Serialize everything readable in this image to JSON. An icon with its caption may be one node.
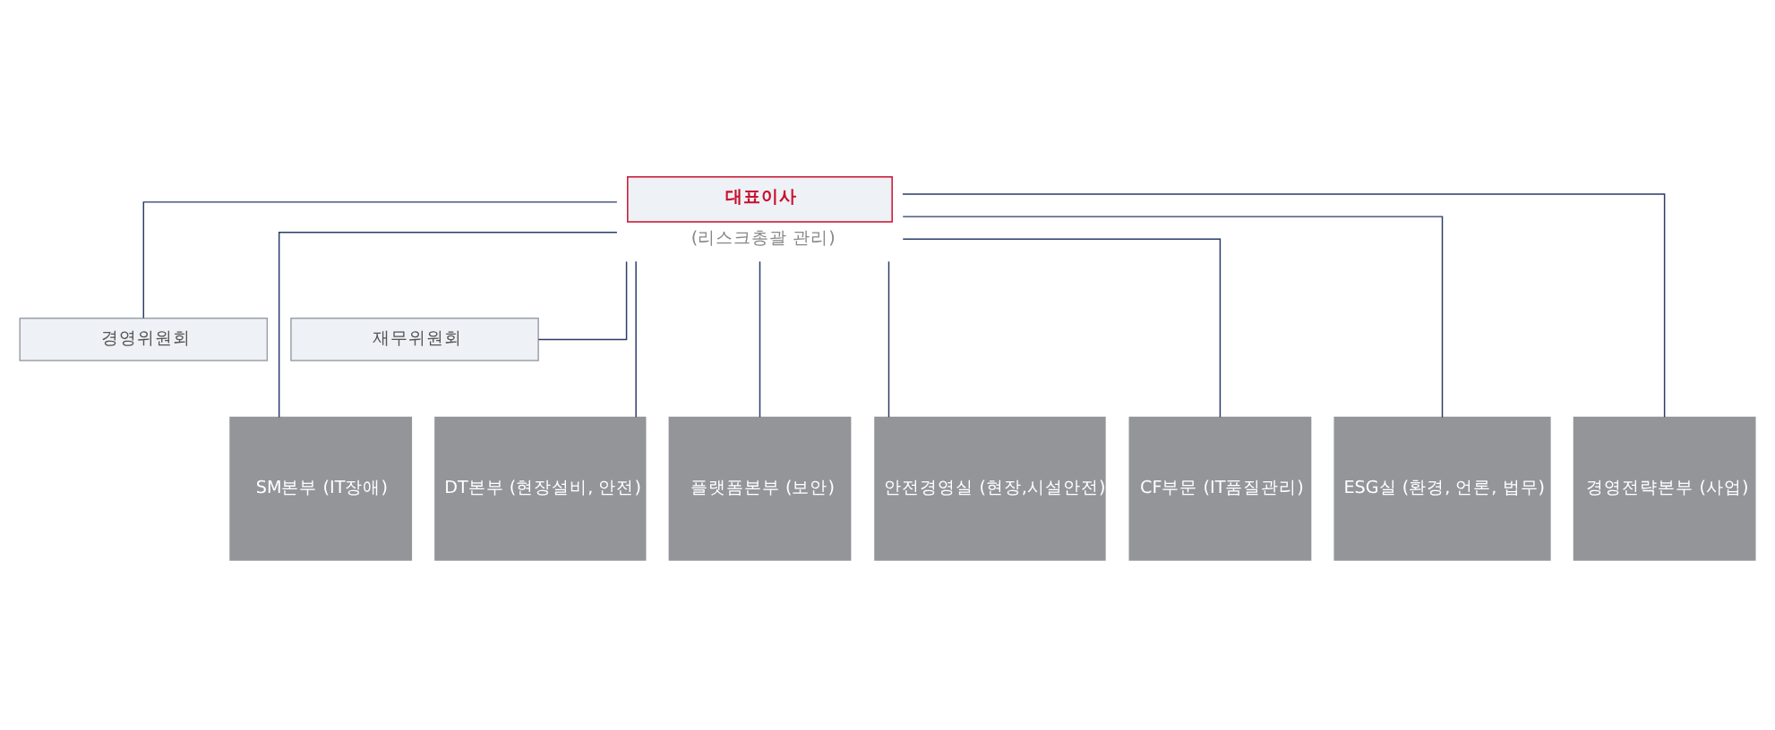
{
  "diagram": {
    "nodes": [
      {
        "text": [
          "대표이사"
        ],
        "beside": [
          "(리스크총괄 관리)"
        ]
      },
      {
        "text": [
          "경영위원회"
        ]
      },
      {
        "text": [
          "재무위원회"
        ]
      },
      {
        "text": [
          "SM본부 (IT장애)"
        ]
      },
      {
        "text": [
          "DT본부 (현장설비, 안전)"
        ]
      },
      {
        "text": [
          "플랫폼본부 (보안)"
        ]
      },
      {
        "text": [
          "안전경영실 (현장,시설안전)"
        ]
      },
      {
        "text": [
          "CF부문 (IT품질관리)"
        ]
      },
      {
        "text": [
          "ESG실 (환경, 언론, 법무)"
        ]
      },
      {
        "text": [
          "경영전략본부 (사업)"
        ]
      }
    ],
    "edges": [
      {
        "from": 0,
        "to": 1,
        "arrow": "none"
      },
      {
        "from": 0,
        "to": 2,
        "arrow": "none"
      },
      {
        "from": 0,
        "to": 3,
        "arrow": "none"
      },
      {
        "from": 0,
        "to": 4,
        "arrow": "none"
      },
      {
        "from": 0,
        "to": 5,
        "arrow": "none"
      },
      {
        "from": 0,
        "to": 6,
        "arrow": "none"
      },
      {
        "from": 0,
        "to": 7,
        "arrow": "none"
      },
      {
        "from": 0,
        "to": 8,
        "arrow": "none"
      },
      {
        "from": 0,
        "to": 9,
        "arrow": "none"
      }
    ]
  }
}
